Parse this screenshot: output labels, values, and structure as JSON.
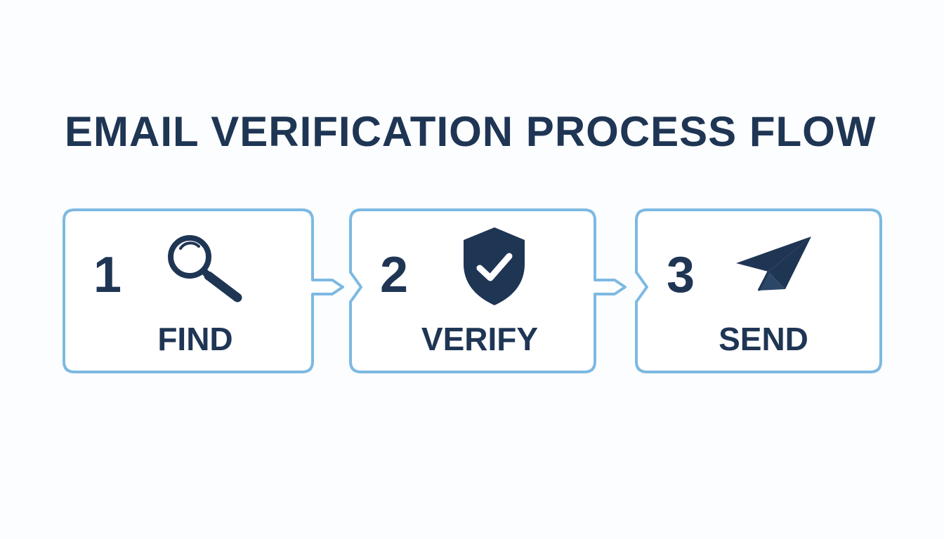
{
  "title": "EMAIL VERIFICATION PROCESS FLOW",
  "colors": {
    "text": "#1f3554",
    "box_border": "#7db9e2",
    "background": "#fbfdfe"
  },
  "steps": [
    {
      "number": "1",
      "icon": "magnifying-glass-icon",
      "label": "FIND"
    },
    {
      "number": "2",
      "icon": "shield-check-icon",
      "label": "VERIFY"
    },
    {
      "number": "3",
      "icon": "paper-plane-icon",
      "label": "SEND"
    }
  ]
}
